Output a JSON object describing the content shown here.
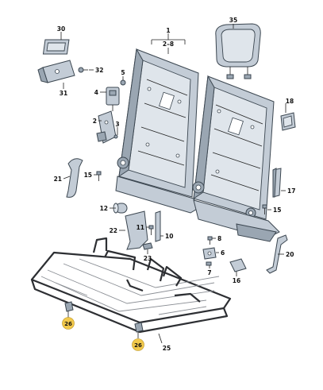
{
  "callouts": {
    "c1": "1",
    "c2_8": "2–8",
    "c2": "2",
    "c3": "3",
    "c4": "4",
    "c5": "5",
    "c6": "6",
    "c7": "7",
    "c8": "8",
    "c10": "10",
    "c11": "11",
    "c12": "12",
    "c15a": "15",
    "c15b": "15",
    "c16": "16",
    "c17": "17",
    "c18": "18",
    "c20": "20",
    "c21": "21",
    "c22": "22",
    "c23": "23",
    "c25": "25",
    "c26a": "26",
    "c26b": "26",
    "c30": "30",
    "c31": "31",
    "c32": "32",
    "c35": "35"
  },
  "colors": {
    "highlight": "#f2c94c",
    "part": "#c3ccd6",
    "outline": "#3b4650"
  }
}
